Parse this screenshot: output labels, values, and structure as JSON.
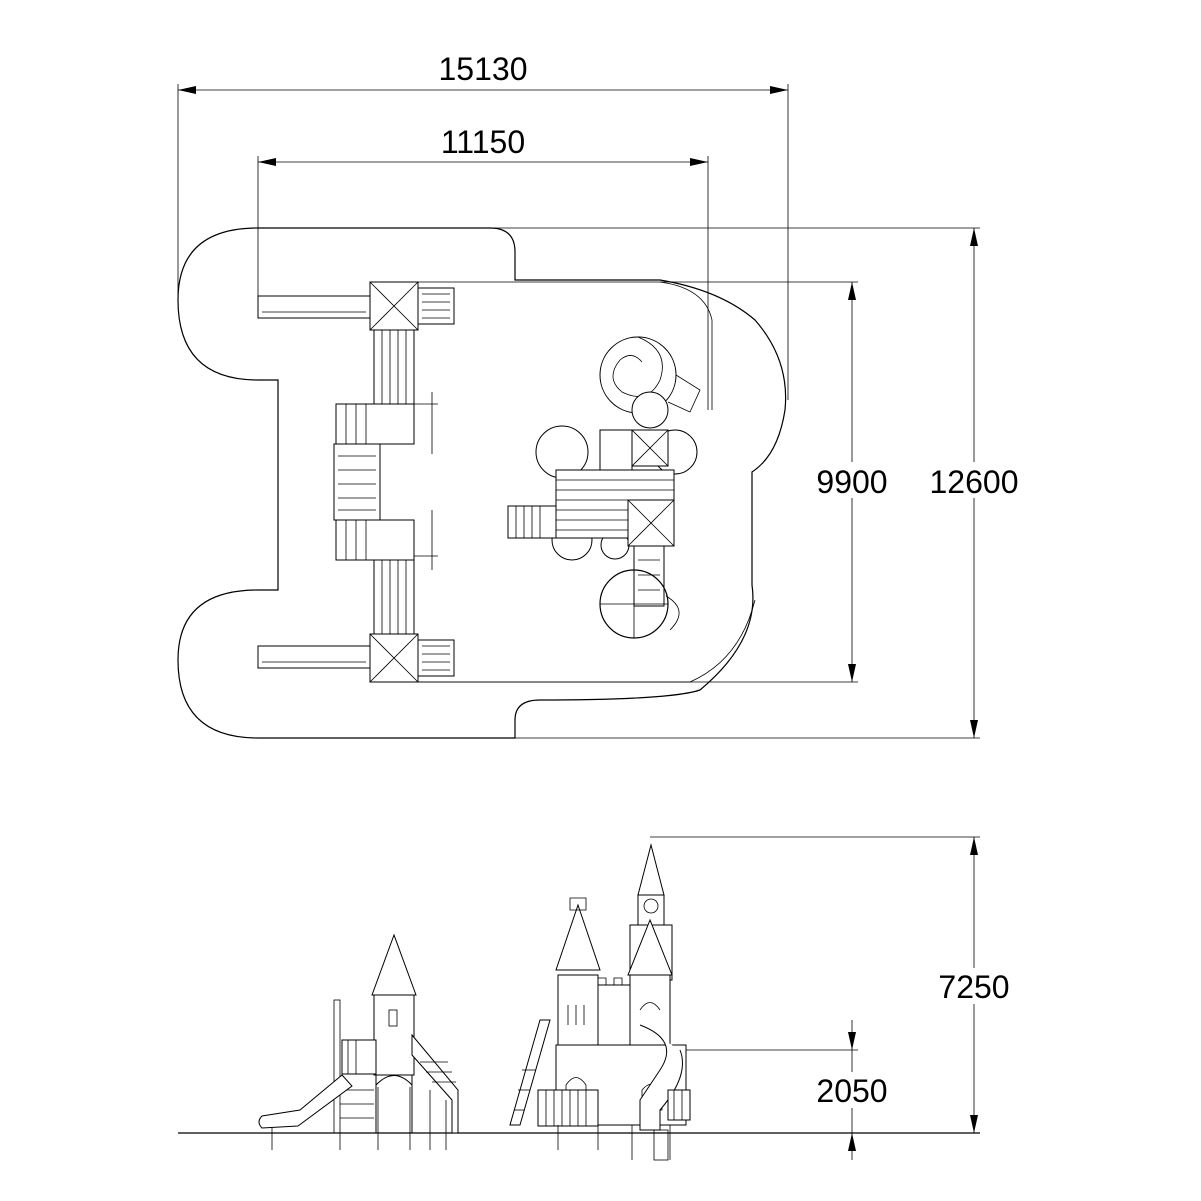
{
  "dimensions": {
    "overall_width": "15130",
    "structure_width": "11150",
    "structure_depth": "9900",
    "overall_depth": "12600",
    "overall_height": "7250",
    "platform_height": "2050"
  },
  "colors": {
    "line": "#000000",
    "background": "#ffffff"
  }
}
